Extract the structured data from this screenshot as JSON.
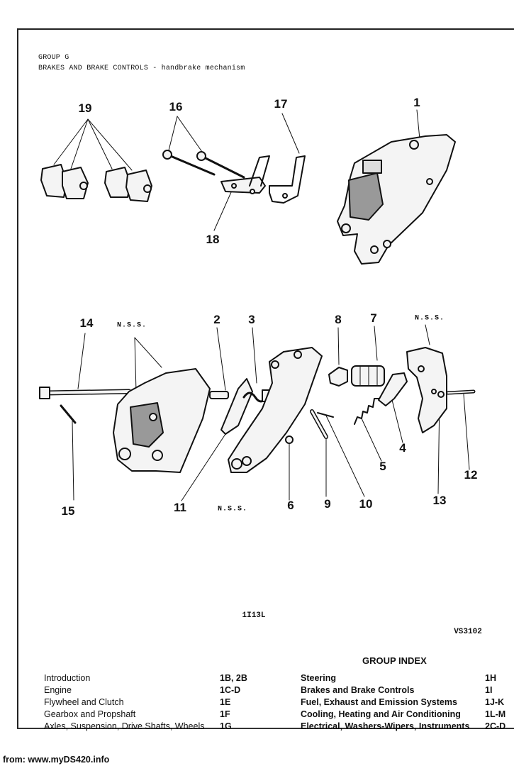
{
  "header": {
    "group": "GROUP G",
    "title": "BRAKES AND BRAKE CONTROLS - handbrake mechanism"
  },
  "callouts": {
    "c1": "1",
    "c2": "2",
    "c3": "3",
    "c4": "4",
    "c5": "5",
    "c6": "6",
    "c7": "7",
    "c8": "8",
    "c9": "9",
    "c10": "10",
    "c11": "11",
    "c12": "12",
    "c13": "13",
    "c14": "14",
    "c15": "15",
    "c16": "16",
    "c17": "17",
    "c18": "18",
    "c19": "19"
  },
  "nss_label": "N.S.S.",
  "microfiche_ref": "1I13L",
  "drawing_ref": "VS3102",
  "group_index": {
    "title": "GROUP INDEX",
    "rows": [
      {
        "left_name": "Introduction",
        "left_code": "1B, 2B",
        "right_name": "Steering",
        "right_code": "1H"
      },
      {
        "left_name": "Engine",
        "left_code": "1C-D",
        "right_name": "Brakes and Brake Controls",
        "right_code": "1I"
      },
      {
        "left_name": "Flywheel and Clutch",
        "left_code": "1E",
        "right_name": "Fuel, Exhaust and Emission Systems",
        "right_code": "1J-K"
      },
      {
        "left_name": "Gearbox and Propshaft",
        "left_code": "1F",
        "right_name": "Cooling, Heating and Air Conditioning",
        "right_code": "1L-M"
      },
      {
        "left_name": "Axles, Suspension, Drive Shafts, Wheels",
        "left_code": "1G",
        "right_name": "Electrical, Washers-Wipers, Instruments",
        "right_code": "2C-D"
      }
    ]
  },
  "footer": {
    "source": "from: www.myDS420.info"
  }
}
